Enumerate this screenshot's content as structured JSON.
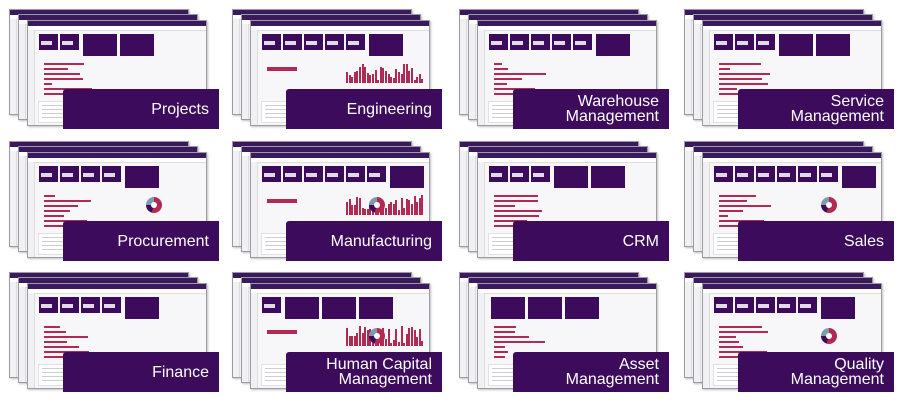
{
  "tiles": [
    {
      "label": "Projects"
    },
    {
      "label": "Engineering"
    },
    {
      "label": "Warehouse\nManagement"
    },
    {
      "label": "Service\nManagement"
    },
    {
      "label": "Procurement"
    },
    {
      "label": "Manufacturing"
    },
    {
      "label": "CRM"
    },
    {
      "label": "Sales"
    },
    {
      "label": "Finance"
    },
    {
      "label": "Human Capital\nManagement"
    },
    {
      "label": "Asset\nManagement"
    },
    {
      "label": "Quality\nManagement"
    }
  ],
  "colors": {
    "brand_purple": "#3d0b5c",
    "accent_crimson": "#b02a51",
    "sheet_bg": "#f7f6f9"
  }
}
